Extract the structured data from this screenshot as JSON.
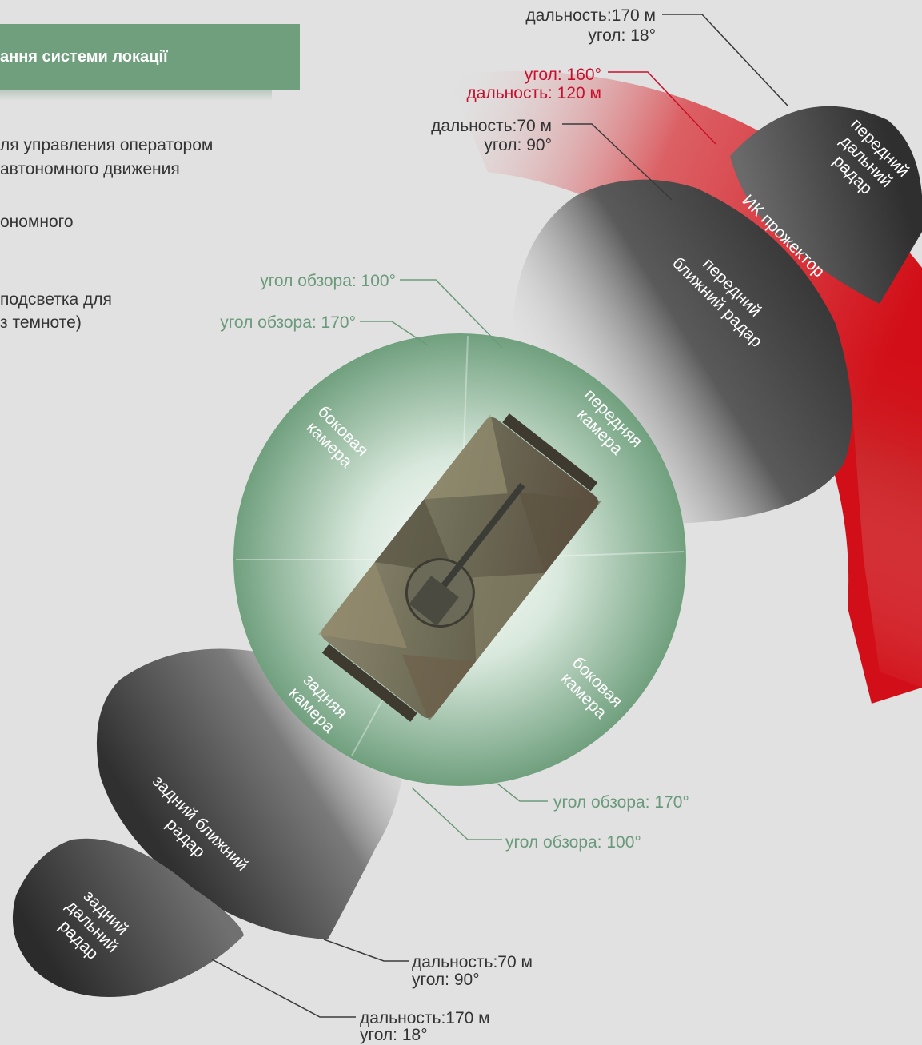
{
  "header": {
    "title": "ання системи локації"
  },
  "intro_lines": [
    "ля управления оператором",
    "автономного движения",
    "ономного",
    "подсветка для",
    "з темноте)"
  ],
  "sensors": {
    "front_long_radar": {
      "name_lines": [
        "передний",
        "дальний",
        "радар"
      ],
      "range": "дальность:170 м",
      "angle": "угол: 18°"
    },
    "ir_projector": {
      "name": "ИК прожектор",
      "angle": "угол: 160°",
      "range": "дальность: 120 м"
    },
    "front_short_radar": {
      "name_lines": [
        "передний",
        "ближний радар"
      ],
      "range": "дальность:70 м",
      "angle": "угол: 90°"
    },
    "front_camera": {
      "name_lines": [
        "передняя",
        "камера"
      ],
      "fov": "угол обзора: 100°"
    },
    "side_camera_left": {
      "name_lines": [
        "боковая",
        "камера"
      ],
      "fov": "угол обзора: 170°"
    },
    "side_camera_right": {
      "name_lines": [
        "боковая",
        "камера"
      ],
      "fov": "угол обзора: 170°"
    },
    "rear_camera": {
      "name_lines": [
        "задняя",
        "камера"
      ],
      "fov": "угол обзора: 100°"
    },
    "rear_short_radar": {
      "name_lines": [
        "задний ближний",
        "радар"
      ],
      "range": "дальность:70 м",
      "angle": "угол: 90°"
    },
    "rear_long_radar": {
      "name_lines": [
        "задний",
        "дальний",
        "радар"
      ],
      "range": "дальность:170 м",
      "angle": "угол: 18°"
    }
  },
  "colors": {
    "background": "#e1e1e1",
    "banner": "#6f9f7d",
    "ir_red": "#d20f18",
    "ir_label": "#c8102e",
    "camera_green": "#6f9f7d",
    "camera_label": "#6b9a7b",
    "radar_dark": "#3a3a3a",
    "leader_line": "#3a3a3a"
  },
  "vehicle": {
    "description_icon": "armored-robot-vehicle-image"
  }
}
